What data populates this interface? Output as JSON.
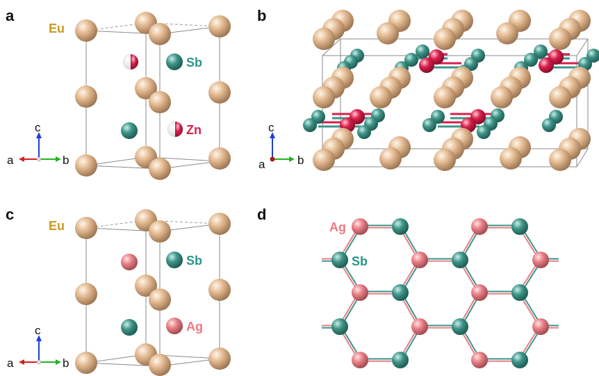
{
  "panels": [
    {
      "letter": "a",
      "labels": {
        "eu": "Eu",
        "sb": "Sb",
        "zn": "Zn"
      },
      "axes": {
        "x": "a",
        "y": "b",
        "z": "c"
      }
    },
    {
      "letter": "b",
      "axes": {
        "x": "a",
        "y": "b",
        "z": "c"
      }
    },
    {
      "letter": "c",
      "labels": {
        "eu": "Eu",
        "sb": "Sb",
        "ag": "Ag"
      },
      "axes": {
        "x": "a",
        "y": "b",
        "z": "c"
      }
    },
    {
      "letter": "d",
      "labels": {
        "ag": "Ag",
        "sb": "Sb"
      }
    }
  ],
  "colors": {
    "eu": "#e2b88f",
    "sb": "#3f9488",
    "zn": "#d81f4b",
    "ag": "#e87f86",
    "eu_label": "#c79a22",
    "sb_label": "#2a958a",
    "zn_label": "#d81f4b",
    "ag_label": "#ec7a82",
    "axis_a": "#d22020",
    "axis_b": "#22b422",
    "axis_c": "#1f3fd8"
  }
}
